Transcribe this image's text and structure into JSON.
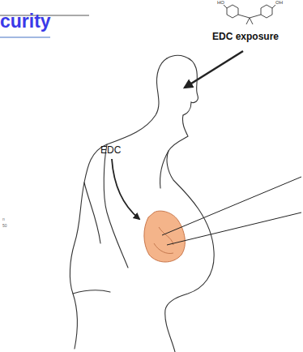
{
  "diagram": {
    "title": "curity",
    "labels": [
      "HO",
      "OH",
      "EDC exposure",
      "EDC",
      "n",
      "50"
    ]
  }
}
